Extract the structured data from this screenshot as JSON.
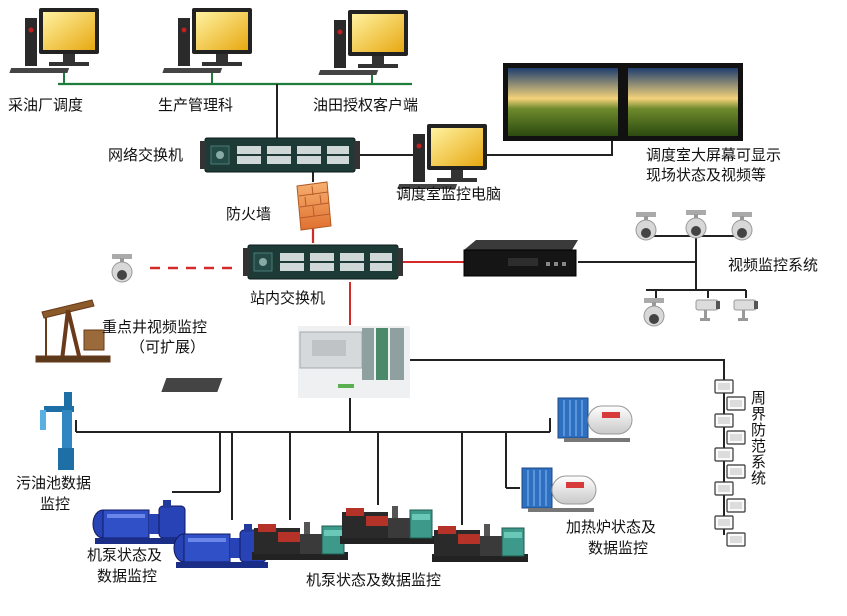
{
  "labels": {
    "oil_plant_dispatch": "采油厂调度",
    "production_mgmt": "生产管理科",
    "oilfield_client": "油田授权客户端",
    "network_switch": "网络交换机",
    "firewall": "防火墙",
    "dispatch_monitor_pc": "调度室监控电脑",
    "big_screen_line1": "调度室大屏幕可显示",
    "big_screen_line2": "现场状态及视频等",
    "video_system": "视频监控系统",
    "station_switch": "站内交换机",
    "key_well_line1": "重点井视频监控",
    "key_well_line2": "（可扩展）",
    "sewage_pool_line1": "污油池数据",
    "sewage_pool_line2": "监控",
    "perimeter": "周界防范系统",
    "heater_line1": "加热炉状态及",
    "heater_line2": "数据监控",
    "pump_left_line1": "机泵状态及",
    "pump_left_line2": "数据监控",
    "pump_bottom": "机泵状态及数据监控"
  },
  "colors": {
    "lan_line": "#1e7d3a",
    "red_link": "#d42a2a",
    "black_link": "#111111",
    "monitor_screen": "#f0c020",
    "switch_body": "#1d3a36",
    "pump_blue": "#2843b6",
    "pump_red": "#b43228",
    "heater_body": "#e8e8e8"
  }
}
